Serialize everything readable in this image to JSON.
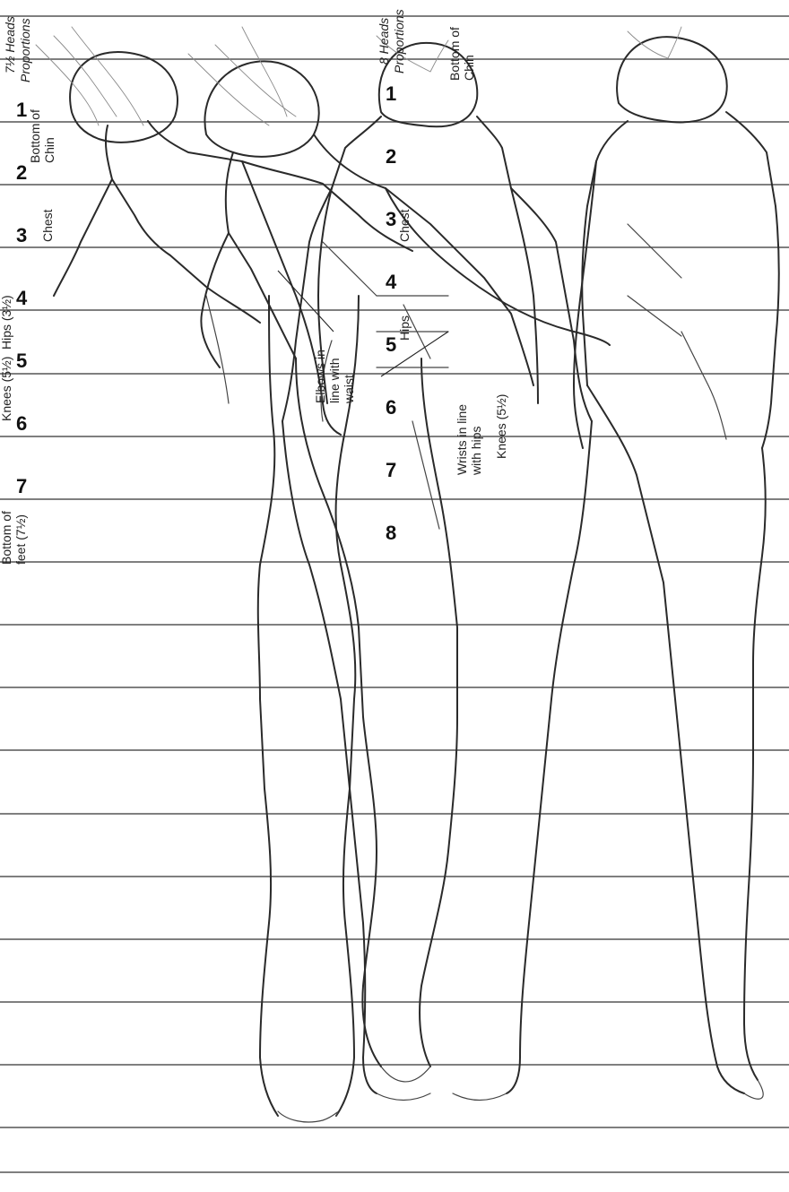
{
  "colors": {
    "background": "#ffffff",
    "lines": "#555555",
    "ink": "#2a2a2a",
    "text": "#222222"
  },
  "left_scale": {
    "title_line1": "7½ Heads",
    "title_line2": "Proportions",
    "labels": {
      "bottom_chin_1": "Bottom of",
      "bottom_chin_2": "Chin",
      "chest": "Chest",
      "hips": "Hips (3½)",
      "knees": "Knees (5½)",
      "bottom_feet_1": "Bottom of",
      "bottom_feet_2": "feet (7½)"
    },
    "numbers": [
      "1",
      "2",
      "3",
      "4",
      "5",
      "6",
      "7"
    ]
  },
  "right_scale": {
    "title_line1": "8 Heads",
    "title_line2": "Proportions",
    "labels": {
      "bottom_chin_1": "Bottom of",
      "bottom_chin_2": "Chin",
      "chest": "Chest",
      "hips": "Hips",
      "knees": "Knees (5½)"
    },
    "numbers": [
      "1",
      "2",
      "3",
      "4",
      "5",
      "6",
      "7",
      "8"
    ]
  },
  "annotations": {
    "elbows_1": "Elbows in",
    "elbows_2": "line with",
    "elbows_3": "waist",
    "wrists_1": "Wrists in line",
    "wrists_2": "with hips"
  },
  "figures": [
    {
      "icon": "female-figure-front-icon"
    },
    {
      "icon": "female-figure-posed-icon"
    },
    {
      "icon": "male-figure-front-icon"
    },
    {
      "icon": "male-figure-side-icon"
    }
  ]
}
